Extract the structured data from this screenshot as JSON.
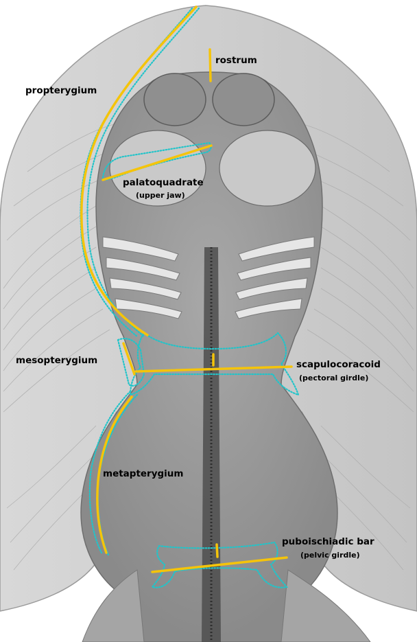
{
  "figure": {
    "colors": {
      "background": "#ffffff",
      "specimen_fill": "#b9b9b9",
      "specimen_dark": "#4a4a4a",
      "annotation_line": "#f5c40a",
      "cartilage_outline": "#22c4c9",
      "label_text": "#000000"
    }
  },
  "labels": {
    "rostrum": "rostrum",
    "propterygium": "propterygium",
    "palatoquadrate": "palatoquadrate",
    "palatoquadrate_sub": "(upper jaw)",
    "mesopterygium": "mesopterygium",
    "scapulocoracoid": "scapulocoracoid",
    "scapulocoracoid_sub": "(pectoral girdle)",
    "metapterygium": "metapterygium",
    "puboischiadic": "puboischiadic bar",
    "puboischiadic_sub": "(pelvic girdle)"
  }
}
